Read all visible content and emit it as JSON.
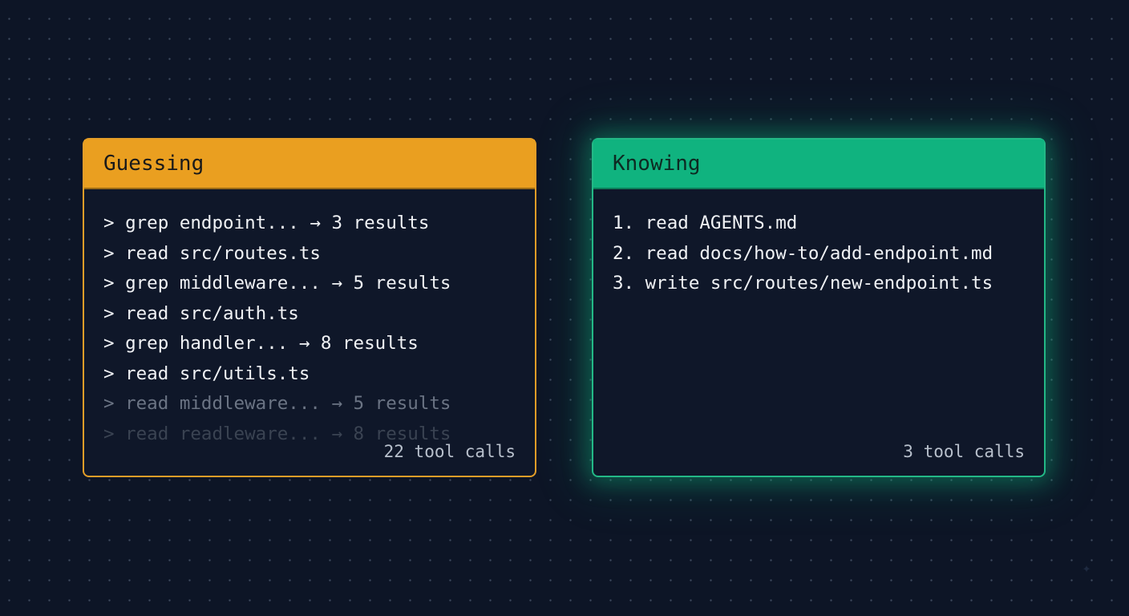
{
  "left_card": {
    "title": "Guessing",
    "accent_color": "#ea9f20",
    "lines": [
      "> grep endpoint... → 3 results",
      "> read src/routes.ts",
      "> grep middleware... → 5 results",
      "> read src/auth.ts",
      "> grep handler... → 8 results",
      "> read src/utils.ts",
      "> read middleware... → 5 results",
      "> read readleware... → 8 results"
    ],
    "footer": "22 tool calls"
  },
  "right_card": {
    "title": "Knowing",
    "accent_color": "#10b37f",
    "lines": [
      "1. read AGENTS.md",
      "2. read docs/how-to/add-endpoint.md",
      "3. write src/routes/new-endpoint.ts"
    ],
    "footer": "3 tool calls"
  },
  "decorations": {
    "sparkle_icon": "✦"
  }
}
